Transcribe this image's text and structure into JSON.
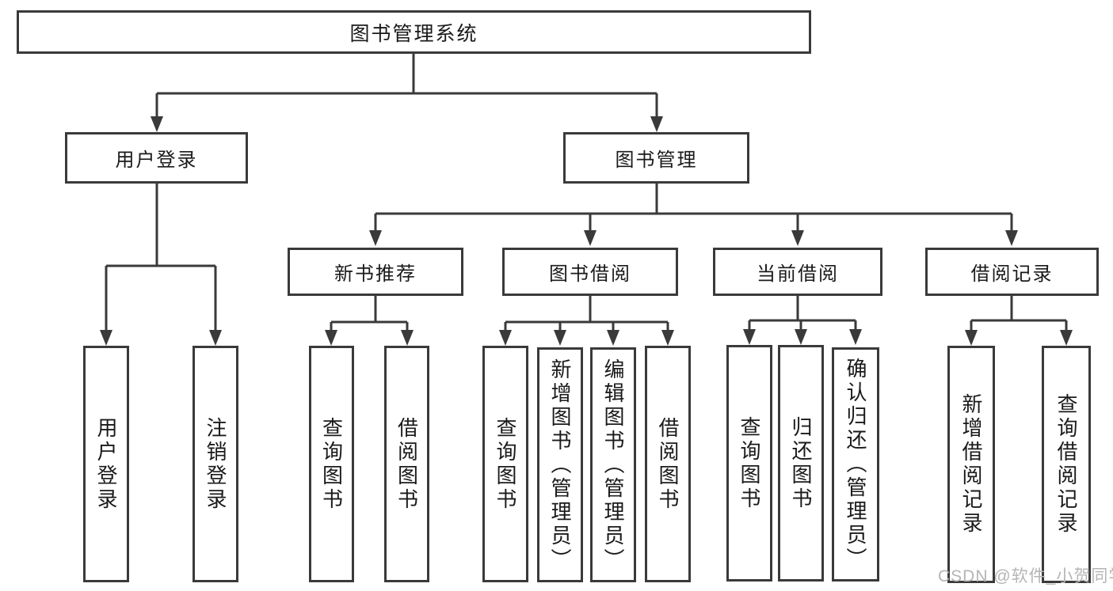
{
  "tree": {
    "root": "图书管理系统",
    "level2": [
      "用户登录",
      "图书管理"
    ],
    "level3": [
      "新书推荐",
      "图书借阅",
      "当前借阅",
      "借阅记录"
    ],
    "leaves": {
      "user_login": [
        "用户登录",
        "注销登录"
      ],
      "new_books": [
        "查询图书",
        "借阅图书"
      ],
      "book_borrow": [
        "查询图书",
        "新增图书（管理员）",
        "编辑图书（管理员）",
        "借阅图书"
      ],
      "current_borrow": [
        "查询图书",
        "归还图书",
        "确认归还（管理员）"
      ],
      "borrow_records": [
        "新增借阅记录",
        "查询借阅记录"
      ]
    }
  },
  "watermark": "CSDN @软件_小贺同学",
  "colors": {
    "line": "#3a3a3a",
    "text": "#1a1a1a",
    "watermark": "#b5b5b5",
    "background": "#ffffff"
  }
}
